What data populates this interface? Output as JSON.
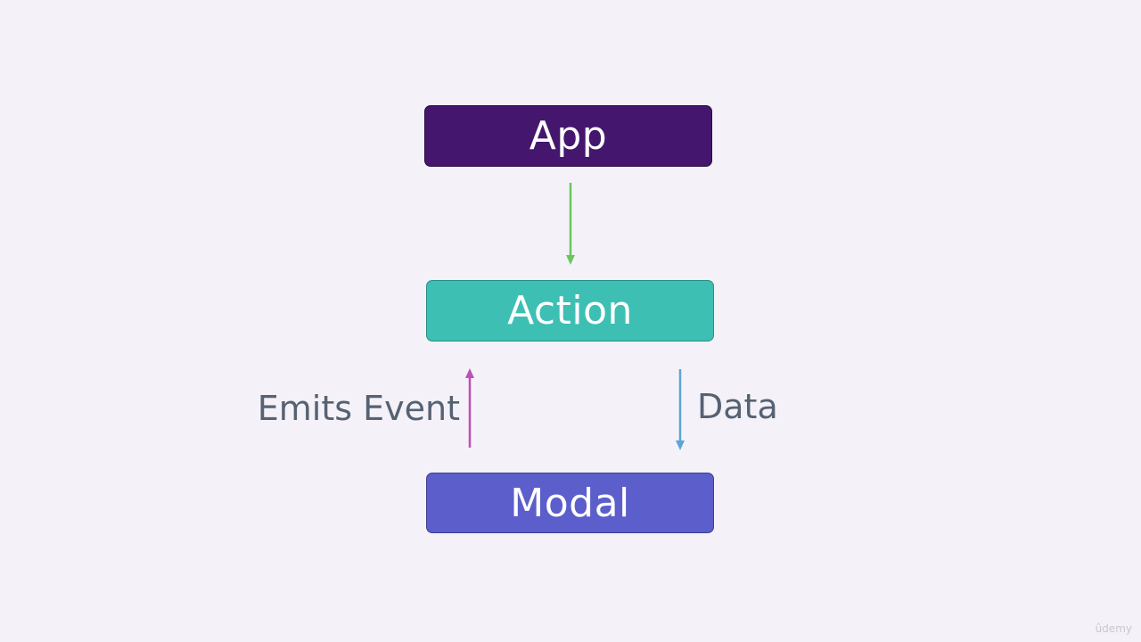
{
  "nodes": {
    "app": {
      "label": "App",
      "color": "#44166d"
    },
    "action": {
      "label": "Action",
      "color": "#3ebfb4"
    },
    "modal": {
      "label": "Modal",
      "color": "#5b5ecb"
    }
  },
  "edges": {
    "app_to_action": {
      "color": "#6cc560"
    },
    "modal_to_action": {
      "label": "Emits Event",
      "color": "#c04fb8"
    },
    "action_to_modal": {
      "label": "Data",
      "color": "#5aa7d4"
    }
  },
  "watermark": "ûdemy"
}
